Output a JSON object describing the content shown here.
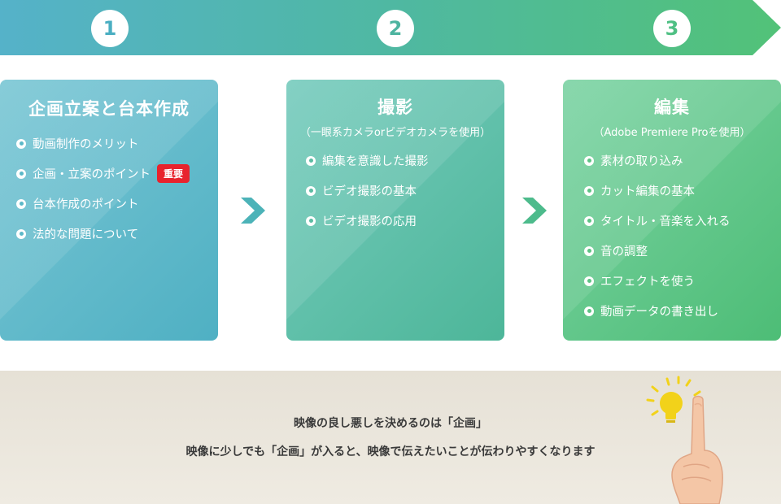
{
  "steps": [
    {
      "number": "1"
    },
    {
      "number": "2"
    },
    {
      "number": "3"
    }
  ],
  "cards": [
    {
      "title": "企画立案と台本作成",
      "subtitle": "",
      "items": [
        "動画制作のメリット",
        "企画・立案のポイント",
        "台本作成のポイント",
        "法的な問題について"
      ],
      "badge": "重要"
    },
    {
      "title": "撮影",
      "subtitle": "（一眼系カメラorビデオカメラを使用）",
      "items": [
        "編集を意識した撮影",
        "ビデオ撮影の基本",
        "ビデオ撮影の応用"
      ]
    },
    {
      "title": "編集",
      "subtitle": "（Adobe Premiere Proを使用）",
      "items": [
        "素材の取り込み",
        "カット編集の基本",
        "タイトル・音楽を入れる",
        "音の調整",
        "エフェクトを使う",
        "動画データの書き出し"
      ]
    }
  ],
  "bottom": {
    "line1": "映像の良し悪しを決めるのは「企画」",
    "line2": "映像に少しでも「企画」が入ると、映像で伝えたいことが伝わりやすくなります"
  },
  "icons": [
    "arrow-chevron-icon",
    "lightbulb-icon",
    "pointing-hand-icon"
  ],
  "colors": {
    "step1": "#4aaec2",
    "step2": "#4db4a0",
    "step3": "#4fc084",
    "badge": "#e8232d"
  }
}
